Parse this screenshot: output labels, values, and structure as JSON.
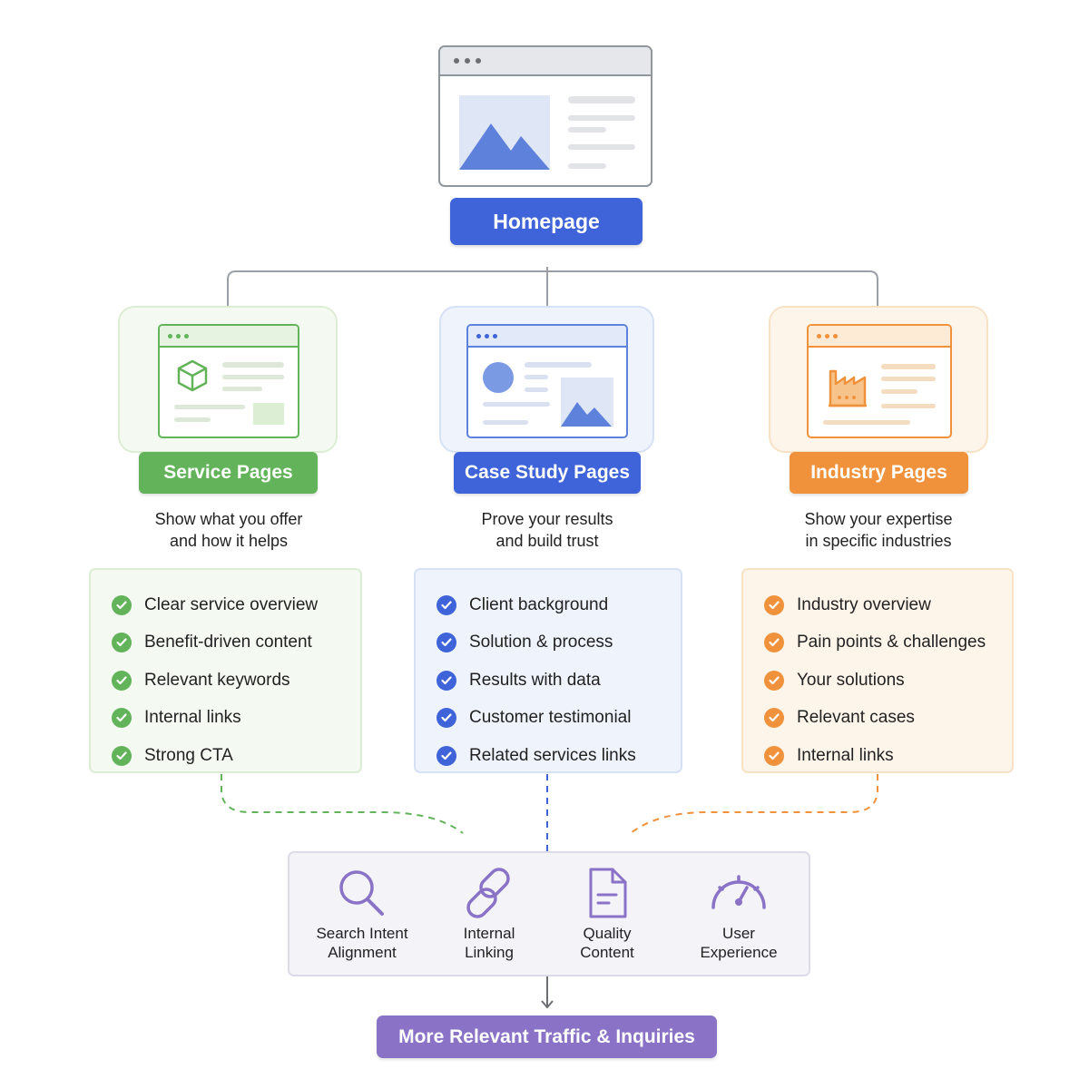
{
  "homepage": {
    "label": "Homepage"
  },
  "columns": [
    {
      "title": "Service Pages",
      "description": [
        "Show what you offer",
        "and how it helps"
      ],
      "checklist": [
        "Clear service overview",
        "Benefit-driven content",
        "Relevant keywords",
        "Internal links",
        "Strong CTA"
      ],
      "color": "#62b35a",
      "icon": "cube-icon"
    },
    {
      "title": "Case Study Pages",
      "description": [
        "Prove your results",
        "and build trust"
      ],
      "checklist": [
        "Client background",
        "Solution & process",
        "Results with data",
        "Customer testimonial",
        "Related services links"
      ],
      "color": "#3f63d8",
      "icon": "image-icon"
    },
    {
      "title": "Industry Pages",
      "description": [
        "Show your expertise",
        "in specific industries"
      ],
      "checklist": [
        "Industry overview",
        "Pain points & challenges",
        "Your solutions",
        "Relevant cases",
        "Internal links"
      ],
      "color": "#f0923b",
      "icon": "factory-icon"
    }
  ],
  "factors": [
    {
      "label": [
        "Search Intent",
        "Alignment"
      ],
      "icon": "search-icon"
    },
    {
      "label": [
        "Internal",
        "Linking"
      ],
      "icon": "link-icon"
    },
    {
      "label": [
        "Quality",
        "Content"
      ],
      "icon": "document-icon"
    },
    {
      "label": [
        "User",
        "Experience"
      ],
      "icon": "gauge-icon"
    }
  ],
  "result": {
    "label": "More Relevant Traffic & Inquiries",
    "color": "#8a73c7"
  }
}
